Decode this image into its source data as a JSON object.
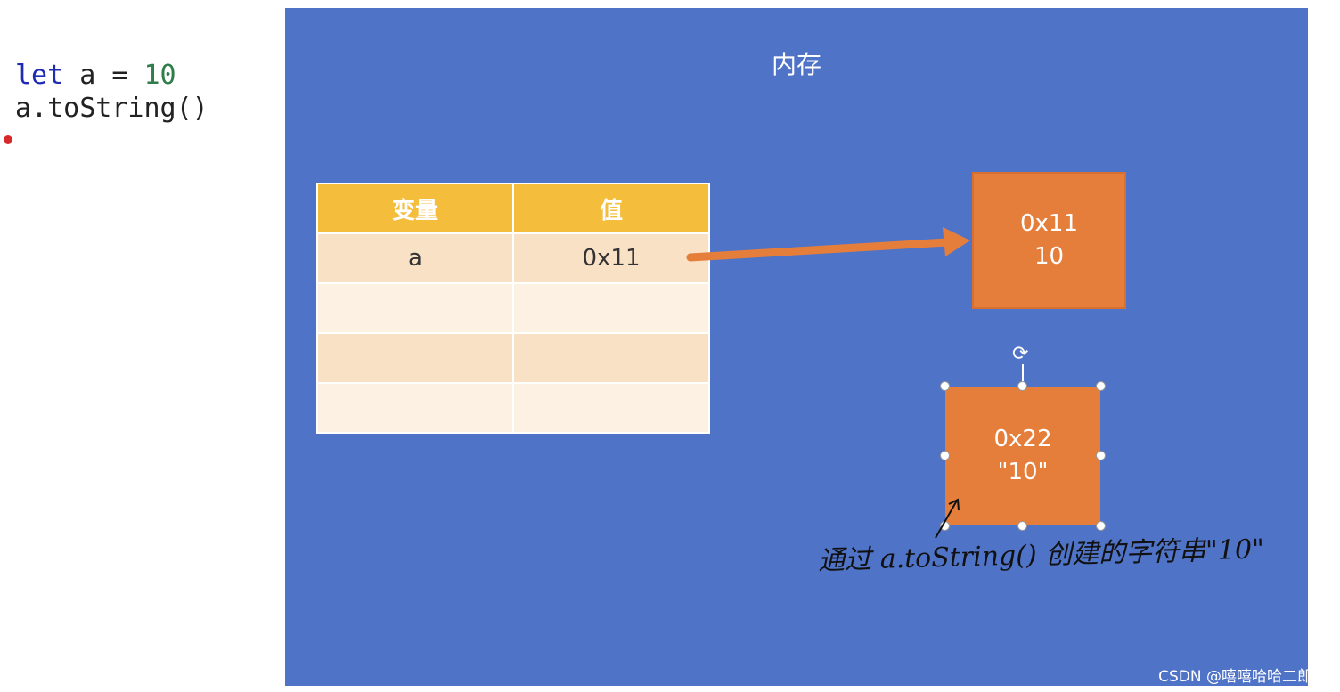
{
  "code": {
    "line1": {
      "keyword": "let",
      "rest": " a = ",
      "number": "10"
    },
    "line2": "a.toString()"
  },
  "slide": {
    "title": "内存",
    "table": {
      "headers": [
        "变量",
        "值"
      ],
      "rows": [
        [
          "a",
          "0x11"
        ],
        [
          "",
          ""
        ],
        [
          "",
          ""
        ],
        [
          "",
          ""
        ]
      ]
    },
    "box1": {
      "address": "0x11",
      "value": "10"
    },
    "box2": {
      "address": "0x22",
      "value": "\"10\""
    },
    "annotation": "通过 a.toString() 创建的字符串\"10\""
  },
  "watermark": "CSDN @嘻嘻哈哈二郎神",
  "colors": {
    "slide_bg": "#4f73c7",
    "header": "#f4bd3c",
    "box": "#e67e3b",
    "arrow": "#e67e3b",
    "breakpoint": "#d62a2a"
  },
  "icons": [
    "rotate-handle-icon",
    "breakpoint-dot-icon",
    "arrow-icon"
  ]
}
